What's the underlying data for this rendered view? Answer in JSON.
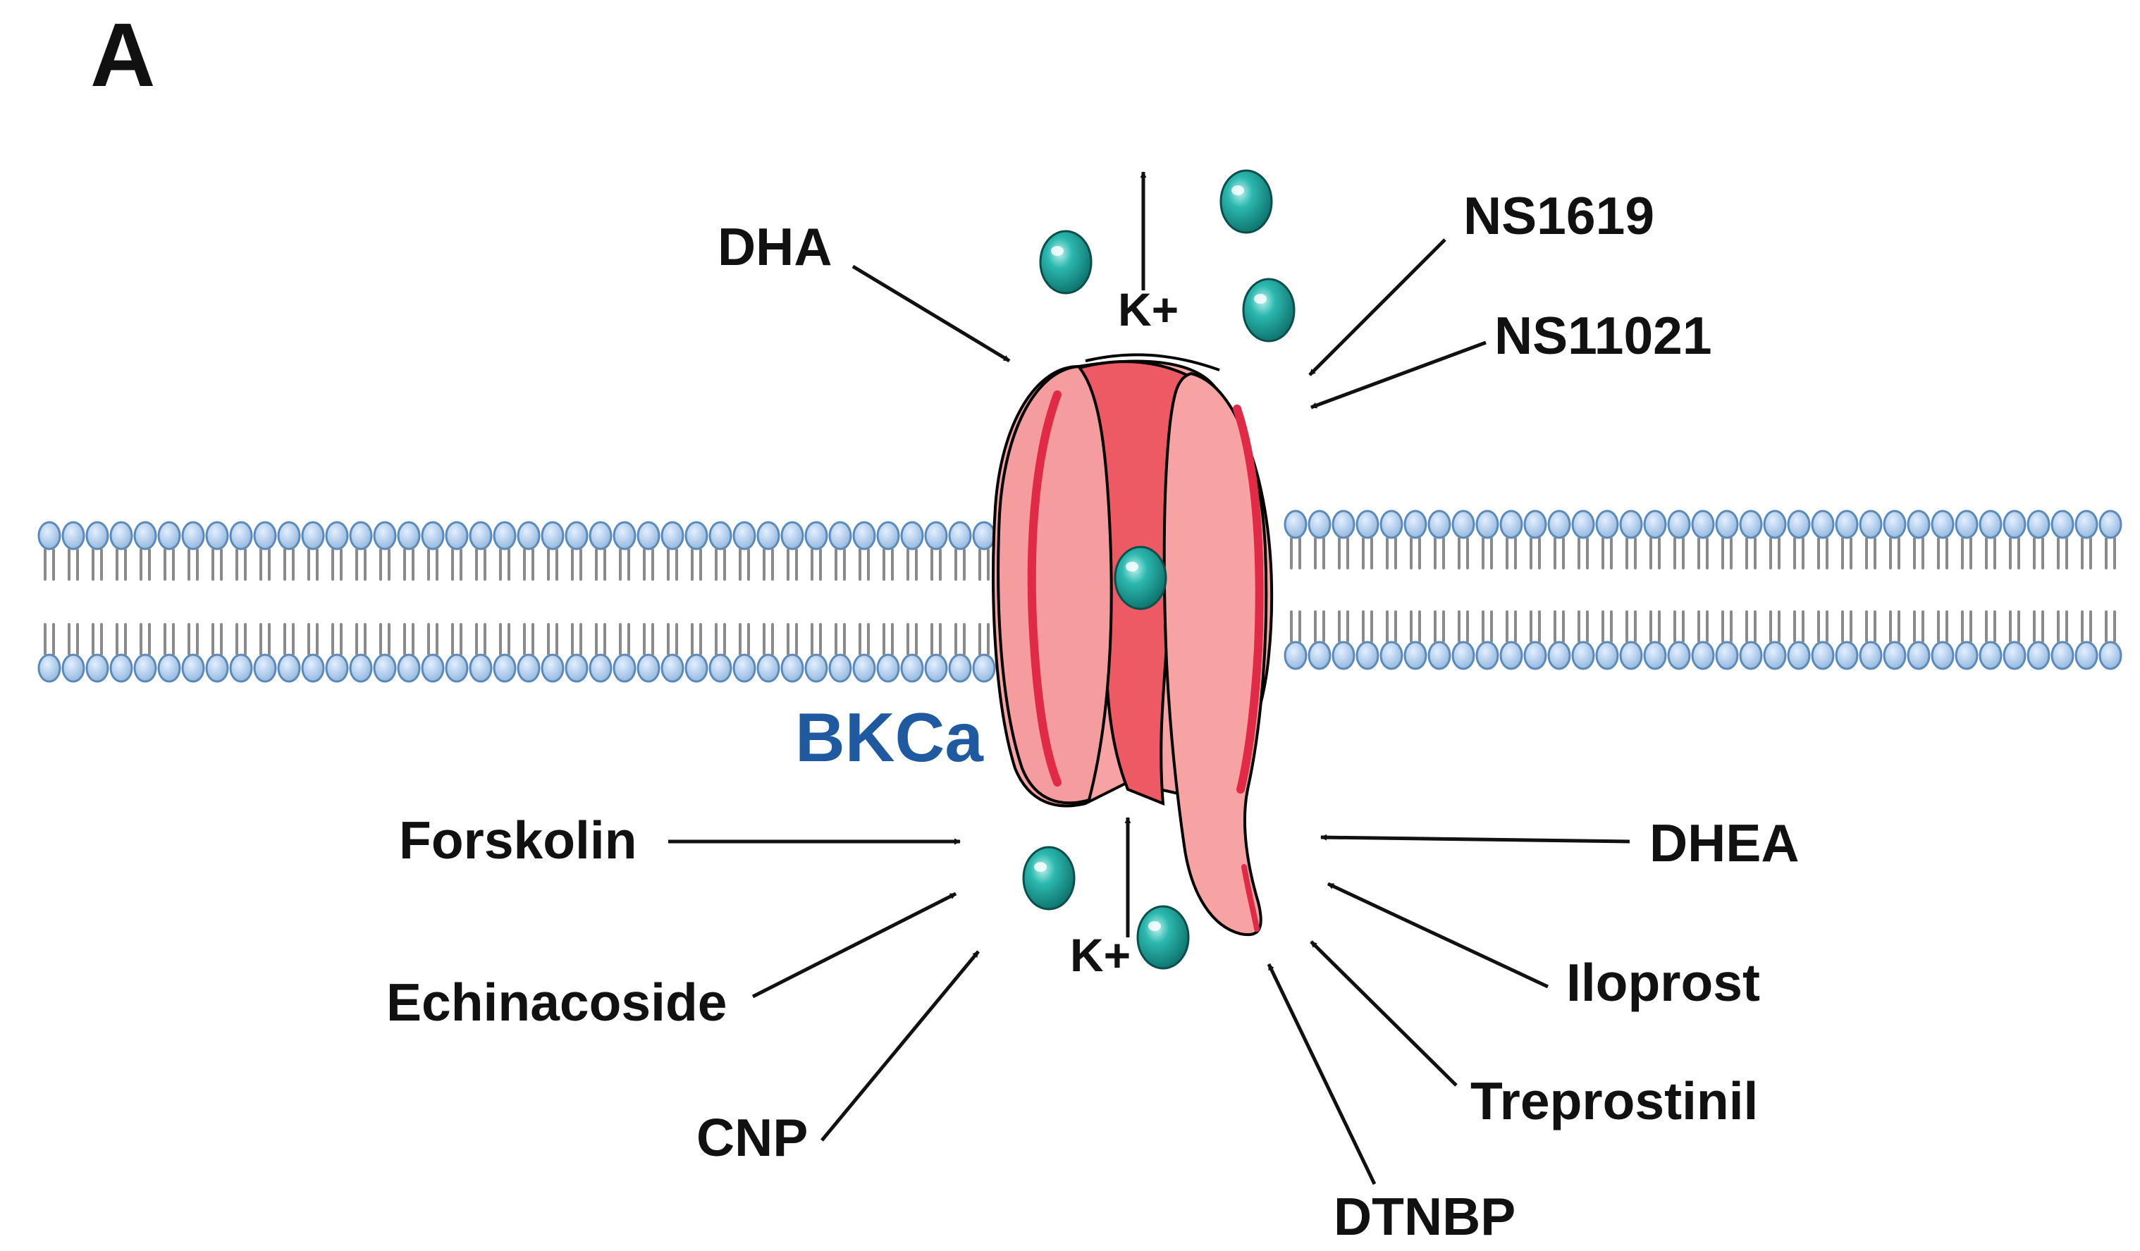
{
  "panel_label": "A",
  "channel": {
    "name": "BKCa",
    "color": "#1f5aa0"
  },
  "ion_label_top": "K+",
  "ion_label_bottom": "K+",
  "activators_top": {
    "dha": "DHA",
    "ns1619": "NS1619",
    "ns11021": "NS11021"
  },
  "activators_bottom": {
    "forskolin": "Forskolin",
    "echinacoside": "Echinacoside",
    "cnp": "CNP",
    "dhea": "DHEA",
    "iloprost": "Iloprost",
    "treprostinil": "Treprostinil",
    "dtnbp": "DTNBP"
  },
  "colors": {
    "membrane_head": "#a9c8e6",
    "membrane_head_stroke": "#5c8ab8",
    "channel_fill": "#f7a3a3",
    "channel_core": "#ee5a63",
    "ion": "#1aa39c"
  }
}
